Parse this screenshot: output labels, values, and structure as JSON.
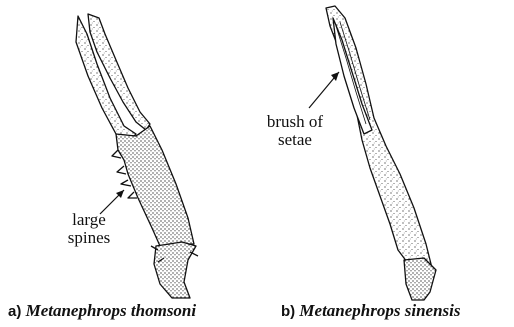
{
  "panels": [
    {
      "letter": "a)",
      "species": "Metanephrops thomsoni",
      "annotation": [
        "large",
        "spines"
      ]
    },
    {
      "letter": "b)",
      "species": "Metanephrops sinensis",
      "annotation": [
        "brush of",
        "setae"
      ]
    }
  ]
}
